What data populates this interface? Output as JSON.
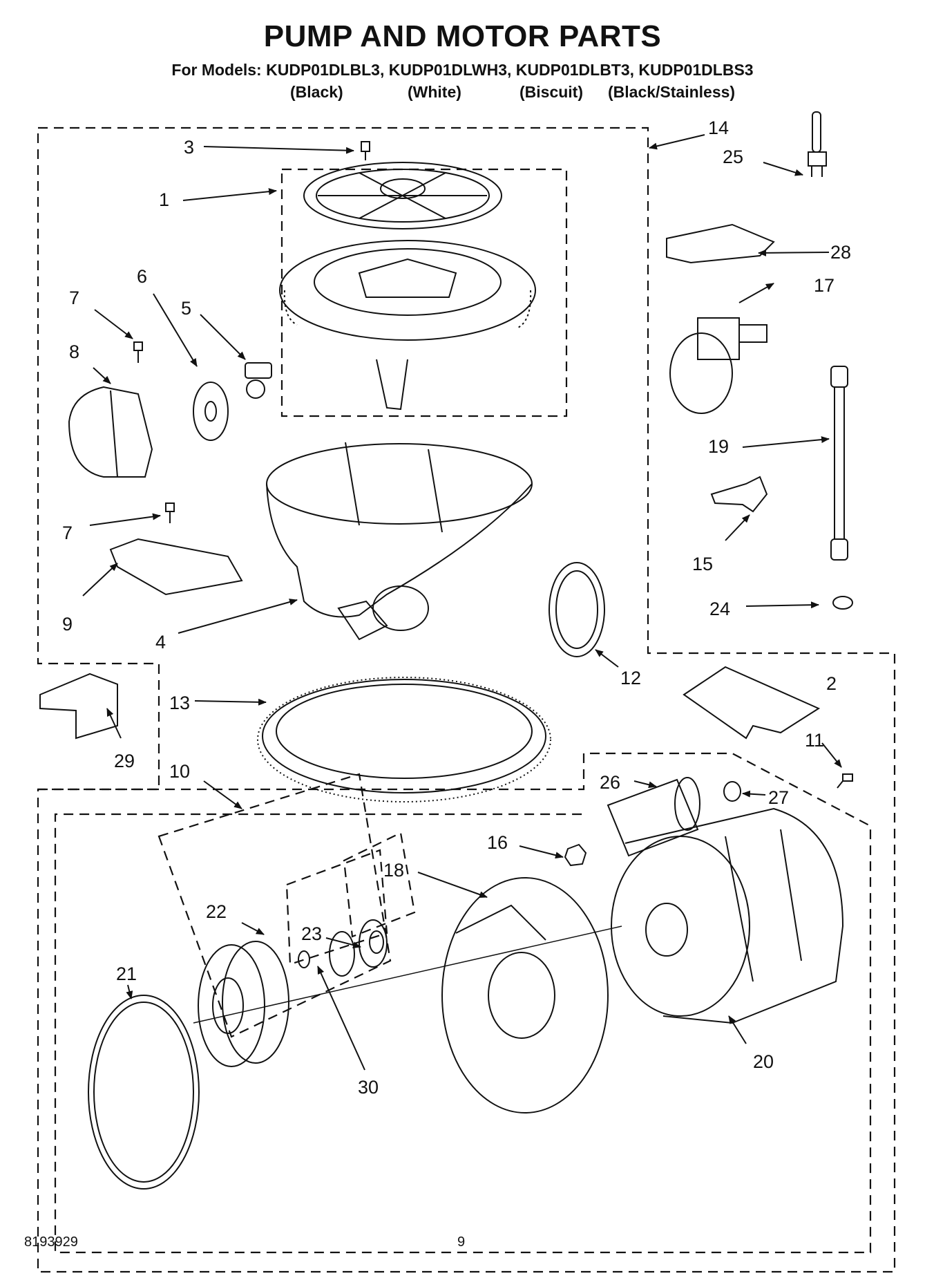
{
  "title": "PUMP AND MOTOR PARTS",
  "models_line": "For Models: KUDP01DLBL3, KUDP01DLWH3, KUDP01DLBT3, KUDP01DLBS3",
  "model_colors": [
    "(Black)",
    "(White)",
    "(Biscuit)",
    "(Black/Stainless)"
  ],
  "callouts": {
    "c1": "1",
    "c2": "2",
    "c3": "3",
    "c4": "4",
    "c5": "5",
    "c6": "6",
    "c7a": "7",
    "c7b": "7",
    "c8": "8",
    "c9": "9",
    "c10": "10",
    "c11": "11",
    "c12": "12",
    "c13": "13",
    "c14": "14",
    "c15": "15",
    "c16": "16",
    "c17": "17",
    "c18": "18",
    "c19": "19",
    "c20": "20",
    "c21": "21",
    "c22": "22",
    "c23": "23",
    "c24": "24",
    "c25": "25",
    "c26": "26",
    "c27": "27",
    "c28": "28",
    "c29": "29",
    "c30": "30"
  },
  "footer": {
    "part_number": "8193929",
    "page": "9"
  }
}
